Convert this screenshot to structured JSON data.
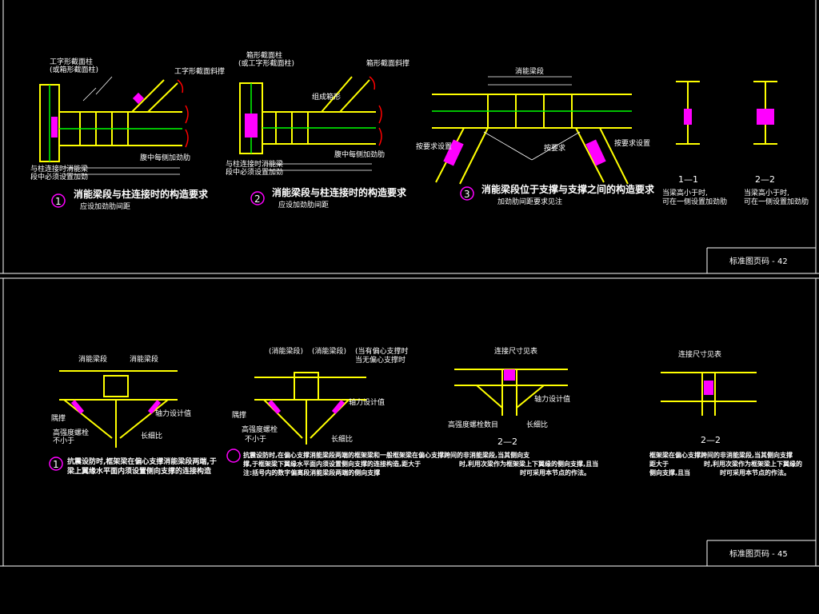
{
  "colors": {
    "background": "#000000",
    "frame": "#ffffff",
    "beam": "#ffff00",
    "weld": "#ff00ff",
    "cut": "#ff0000",
    "dim": "#ffffff",
    "leader": "#00ffff"
  },
  "sheet_top": {
    "page_label": "标准图页码 - 42",
    "detail1": {
      "num": "1",
      "title": "消能梁段与柱连接时的构造要求",
      "note": "应设加劲肋间距",
      "label_column": "工字形截面柱",
      "label_column2": "(或箱形截面柱)",
      "label_brace": "工字形截面斜撑",
      "label_connect": "与柱连接时消能梁",
      "label_connect2": "段中必须设置加劲",
      "label_stiff": "腹中每侧加劲肋"
    },
    "detail2": {
      "num": "2",
      "title": "消能梁段与柱连接时的构造要求",
      "note": "应设加劲肋间距",
      "label_column": "箱形截面柱",
      "label_column2": "(或工字形截面柱)",
      "label_brace": "箱形截面斜撑",
      "label_assembly": "组成箱形",
      "label_connect": "与柱连接时消能梁",
      "label_connect2": "段中必须设置加劲",
      "label_stiff": "腹中每侧加劲肋"
    },
    "detail3": {
      "num": "3",
      "title": "消能梁段位于支撑与支撑之间的构造要求",
      "note": "加劲肋间距要求见注",
      "label_segment": "消能梁段",
      "label_rib": "按要求设置",
      "label_plate": "按要求",
      "label_gusset": "按要求设置"
    },
    "section1": {
      "title": "1—1",
      "note": "当梁高小于时,",
      "note2": "可在一侧设置加劲肋"
    },
    "section2": {
      "title": "2—2",
      "note": "当梁高小于时,",
      "note2": "可在一侧设置加劲肋"
    }
  },
  "sheet_bottom": {
    "page_label": "标准图页码 - 45",
    "detail1": {
      "label_segment_left": "消能梁段",
      "label_segment_right": "消能梁段",
      "label_axial": "轴力设计值",
      "label_stiff": "隅撑",
      "label_high": "高强度螺栓",
      "label_min": "不小于",
      "label_slender": "长细比"
    },
    "detail2": {
      "label_top1": "(消能梁段)",
      "label_top2": "(消能梁段)",
      "label_top3": "(当有偏心支撑时",
      "label_top4": "当无偏心支撑时",
      "label_axial": "轴力设计值",
      "label_stiff": "隅撑",
      "label_high": "高强度螺栓",
      "label_min": "不小于",
      "label_slender": "长细比"
    },
    "detail3": {
      "label_top": "连接尺寸见表",
      "label_axial": "轴力设计值",
      "label_high": "高强度螺栓数目",
      "label_slender": "长细比",
      "section": "2—2"
    },
    "detail4": {
      "label_top": "连接尺寸见表",
      "section": "2—2"
    },
    "note_num": "1",
    "note_line1": "抗震设防时,框架梁在偏心支撑消能梁段两端,于",
    "note_line2": "梁上翼缘水平面内须设置侧向支撑的连接构造",
    "note_mid1": "抗震设防时,在偏心支撑消能梁段两端的框架梁和一般框架梁在偏心支撑跨间的非消能梁段,当其侧向支",
    "note_mid2": "撑,于框架梁下翼缘水平面内须设置侧向支撑的连接构造,距大于",
    "note_mid3": "注:括号内的数字偏离段消能梁段两端的侧向支撑",
    "note_mid4": "时,利用次梁作为框架梁上下翼缘的侧向支撑,且当",
    "note_mid5": "时可采用本节点的作法。",
    "note_right1": "框架梁在偏心支撑跨间的非消能梁段,当其侧向支撑",
    "note_right2": "距大于",
    "note_right3": "时,利用次梁作为框架梁上下翼缘的",
    "note_right4": "侧向支撑,且当",
    "note_right5": "时可采用本节点的作法。"
  }
}
